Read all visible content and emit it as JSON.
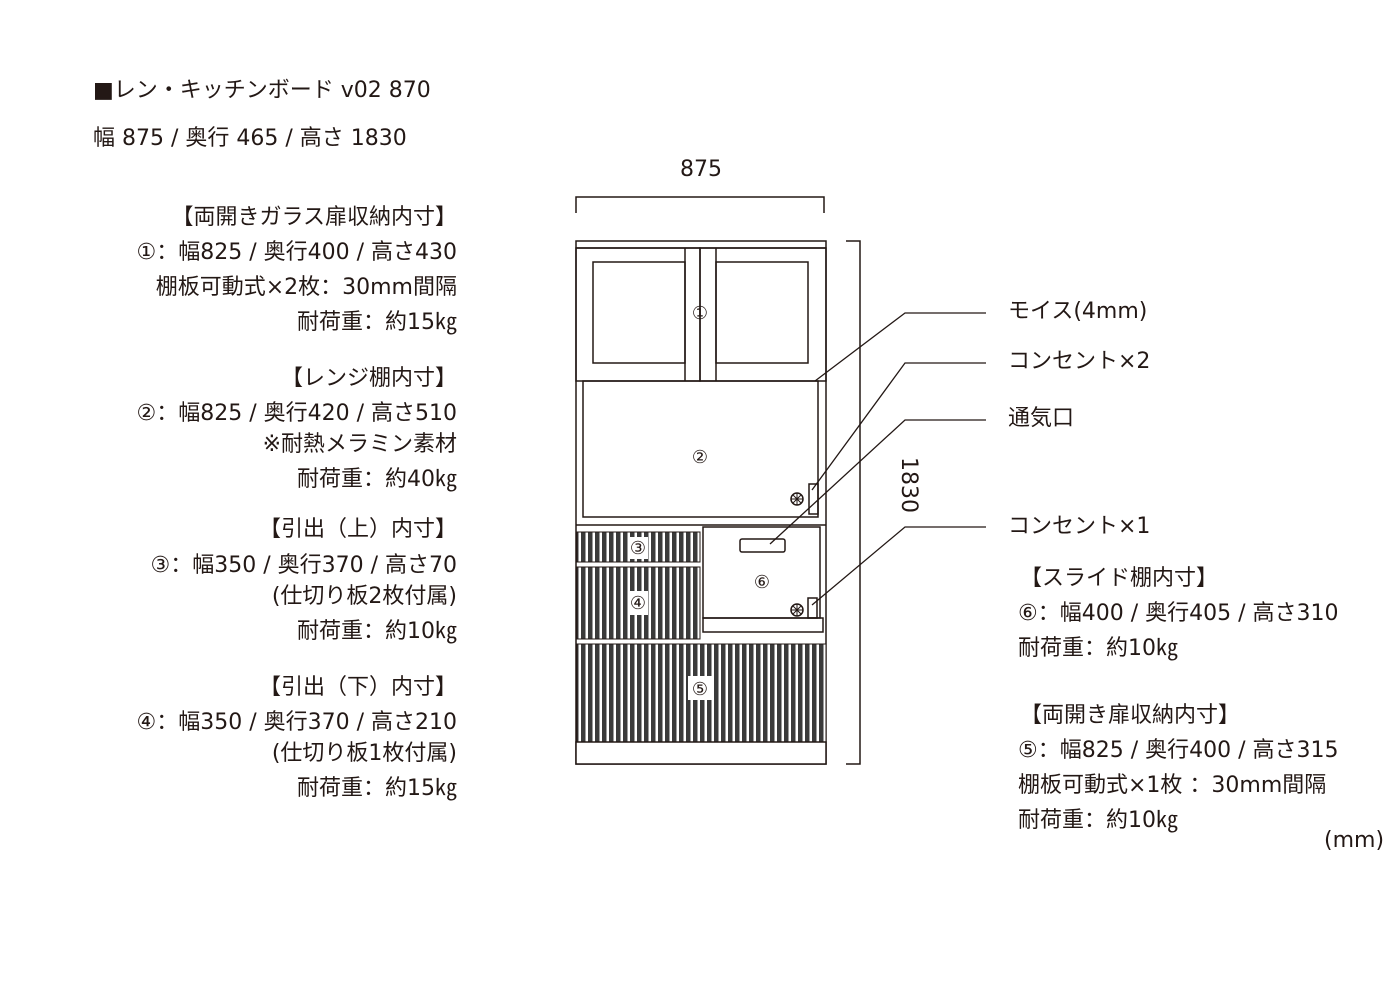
{
  "title": "■レン・キッチンボード v02 870",
  "dimensions": "幅 875 / 奥行 465 / 高さ 1830",
  "width_label": "875",
  "height_label": "1830",
  "unit": "(mm)",
  "left_specs": [
    {
      "heading": "【両開きガラス扉収納内寸】",
      "lines": [
        "①：幅825 / 奥行400 / 高さ430",
        "棚板可動式×2枚：30mm間隔",
        "耐荷重：約15㎏"
      ]
    },
    {
      "heading": "【レンジ棚内寸】",
      "lines": [
        "②：幅825 / 奥行420 / 高さ510",
        "※耐熱メラミン素材",
        "耐荷重：約40㎏"
      ]
    },
    {
      "heading": "【引出（上）内寸】",
      "lines": [
        "③：幅350 / 奥行370 / 高さ70",
        "(仕切り板2枚付属)",
        "耐荷重：約10㎏"
      ]
    },
    {
      "heading": "【引出（下）内寸】",
      "lines": [
        "④：幅350 / 奥行370 / 高さ210",
        "(仕切り板1枚付属)",
        "耐荷重：約15㎏"
      ]
    }
  ],
  "callouts": [
    "モイス(4mm)",
    "コンセント×2",
    "通気口",
    "コンセント×1"
  ],
  "right_specs": [
    {
      "heading": "【スライド棚内寸】",
      "lines": [
        "⑥：幅400 / 奥行405 / 高さ310",
        "耐荷重：約10㎏"
      ]
    },
    {
      "heading": "【両開き扉収納内寸】",
      "lines": [
        "⑤：幅825 / 奥行400 / 高さ315",
        "棚板可動式×1枚 ：30mm間隔",
        "耐荷重：約10㎏"
      ]
    }
  ],
  "markers": [
    "①",
    "②",
    "③",
    "④",
    "⑤",
    "⑥"
  ]
}
